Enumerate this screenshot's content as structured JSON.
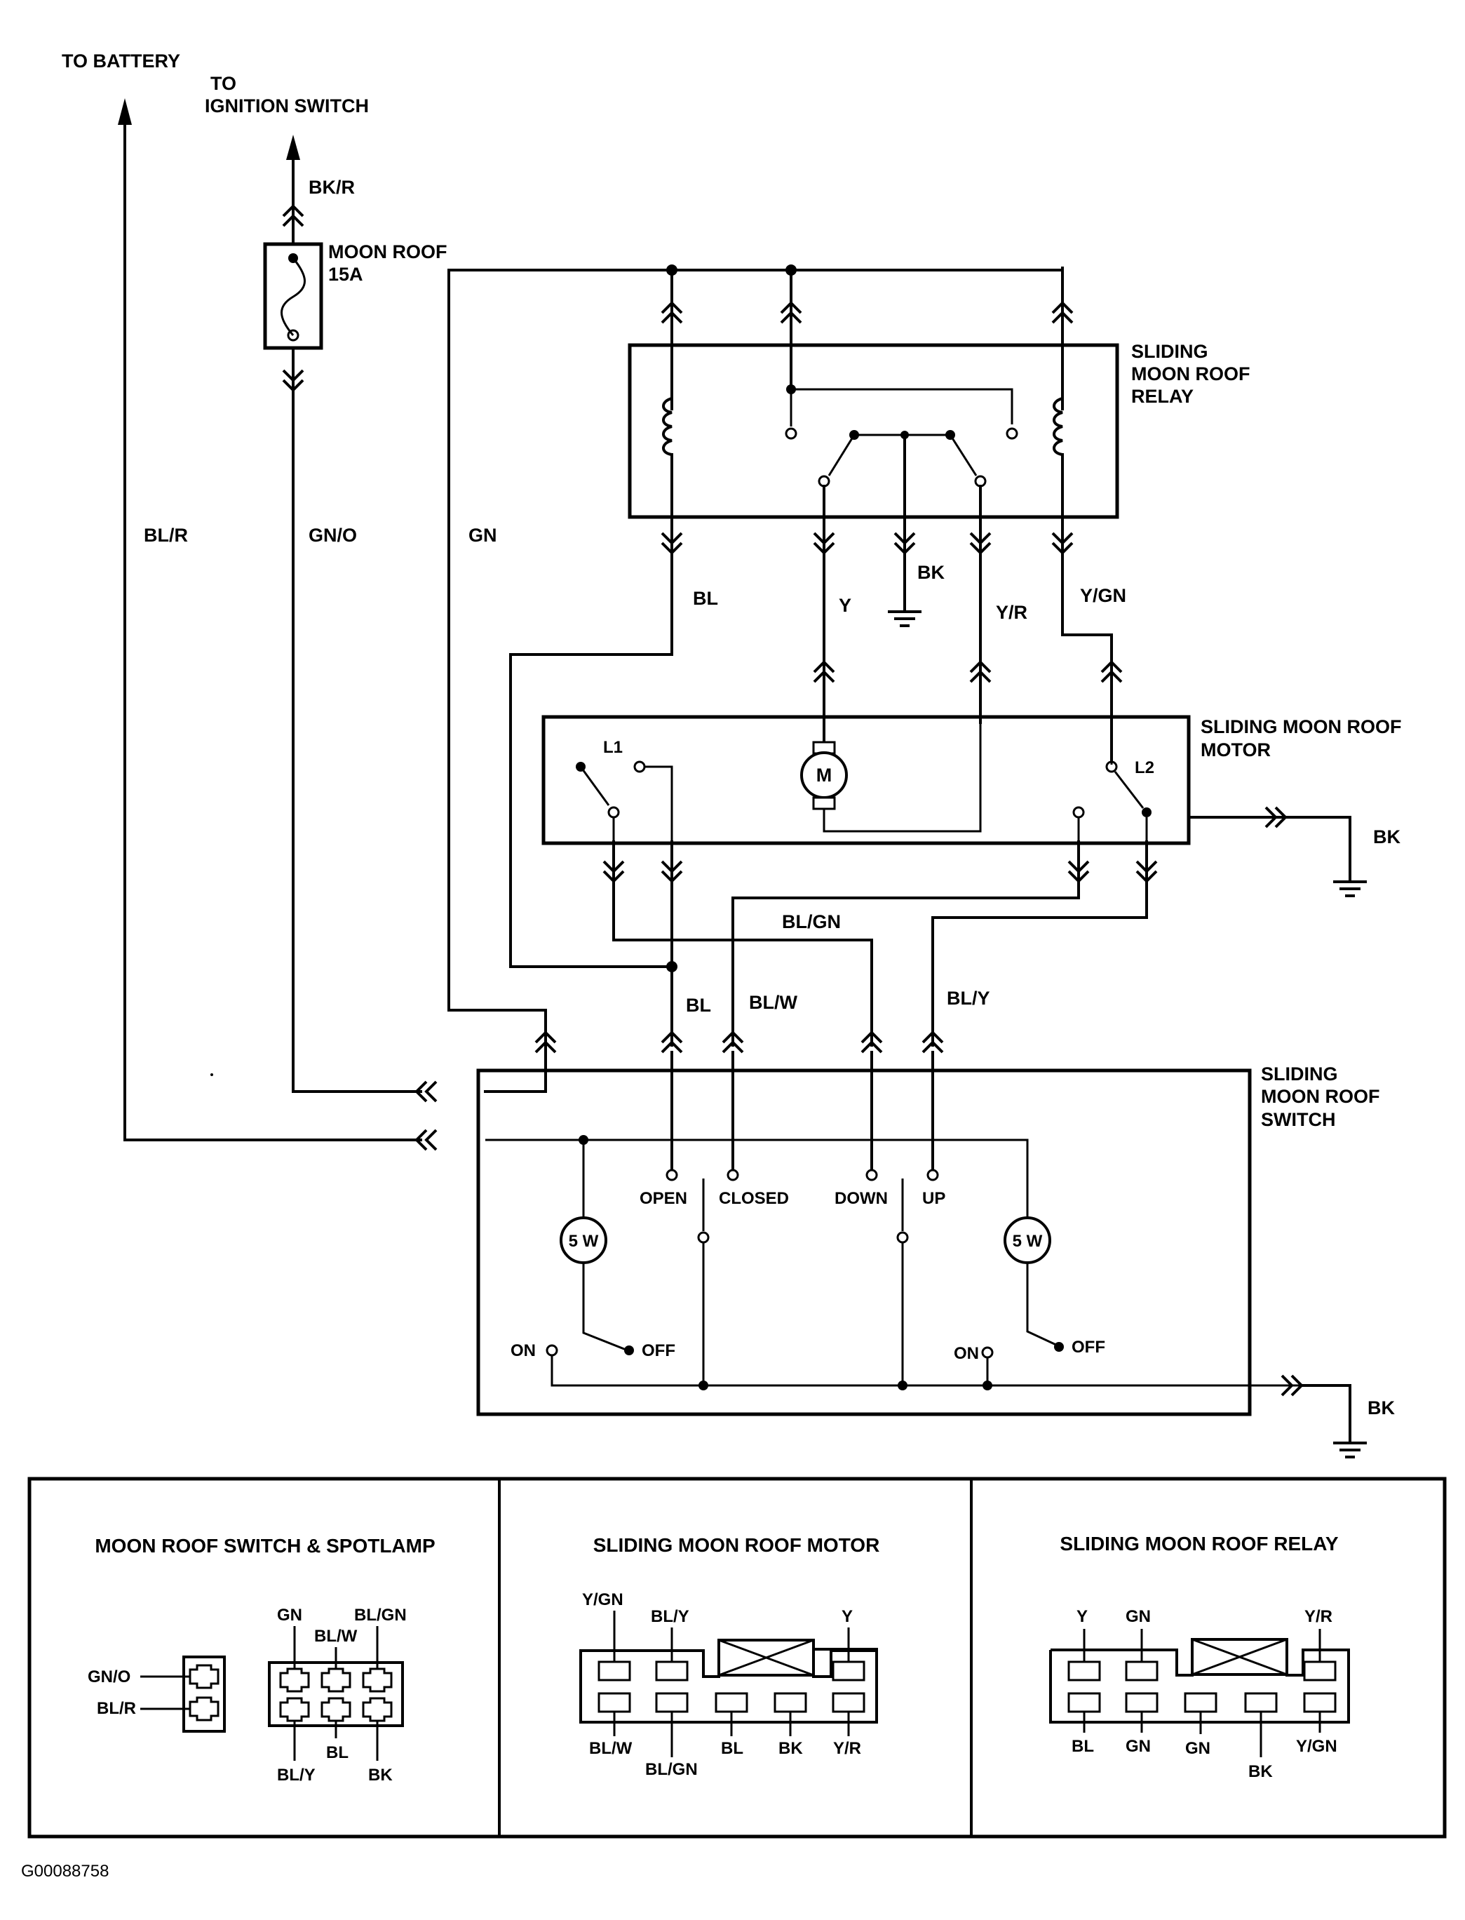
{
  "figure_id": "G00088758",
  "terminals": {
    "battery": "TO BATTERY",
    "ignition_1": "TO",
    "ignition_2": "IGNITION SWITCH"
  },
  "fuse": {
    "name": "MOON ROOF",
    "rating": "15A"
  },
  "components": {
    "relay": [
      "SLIDING",
      "MOON ROOF",
      "RELAY"
    ],
    "motor": [
      "SLIDING MOON ROOF",
      "MOTOR"
    ],
    "switch": [
      "SLIDING",
      "MOON ROOF",
      "SWITCH"
    ],
    "motor_symbol": "M",
    "limit_1": "L1",
    "limit_2": "L2",
    "lamp_rating": "5 W"
  },
  "wires": {
    "bk_r": "BK/R",
    "bl_r": "BL/R",
    "gn_o": "GN/O",
    "gn": "GN",
    "bl": "BL",
    "y": "Y",
    "bk": "BK",
    "y_r": "Y/R",
    "y_gn": "Y/GN",
    "bl_gn": "BL/GN",
    "bl_w": "BL/W",
    "bl_y": "BL/Y"
  },
  "switch_positions": {
    "open": "OPEN",
    "closed": "CLOSED",
    "down": "DOWN",
    "up": "UP",
    "on": "ON",
    "off": "OFF"
  },
  "connector_panels": [
    {
      "title": "MOON ROOF SWITCH & SPOTLAMP",
      "pins": [
        "GN/O",
        "BL/R",
        "GN",
        "BL/GN",
        "BL/W",
        "BL/Y",
        "BL",
        "BK"
      ]
    },
    {
      "title": "SLIDING MOON ROOF MOTOR",
      "pins": [
        "Y/GN",
        "BL/Y",
        "Y",
        "BL/W",
        "BL/GN",
        "BL",
        "BK",
        "Y/R"
      ]
    },
    {
      "title": "SLIDING MOON ROOF RELAY",
      "pins": [
        "Y",
        "GN",
        "Y/R",
        "BL",
        "GN",
        "GN",
        "BK",
        "Y/GN"
      ]
    }
  ]
}
